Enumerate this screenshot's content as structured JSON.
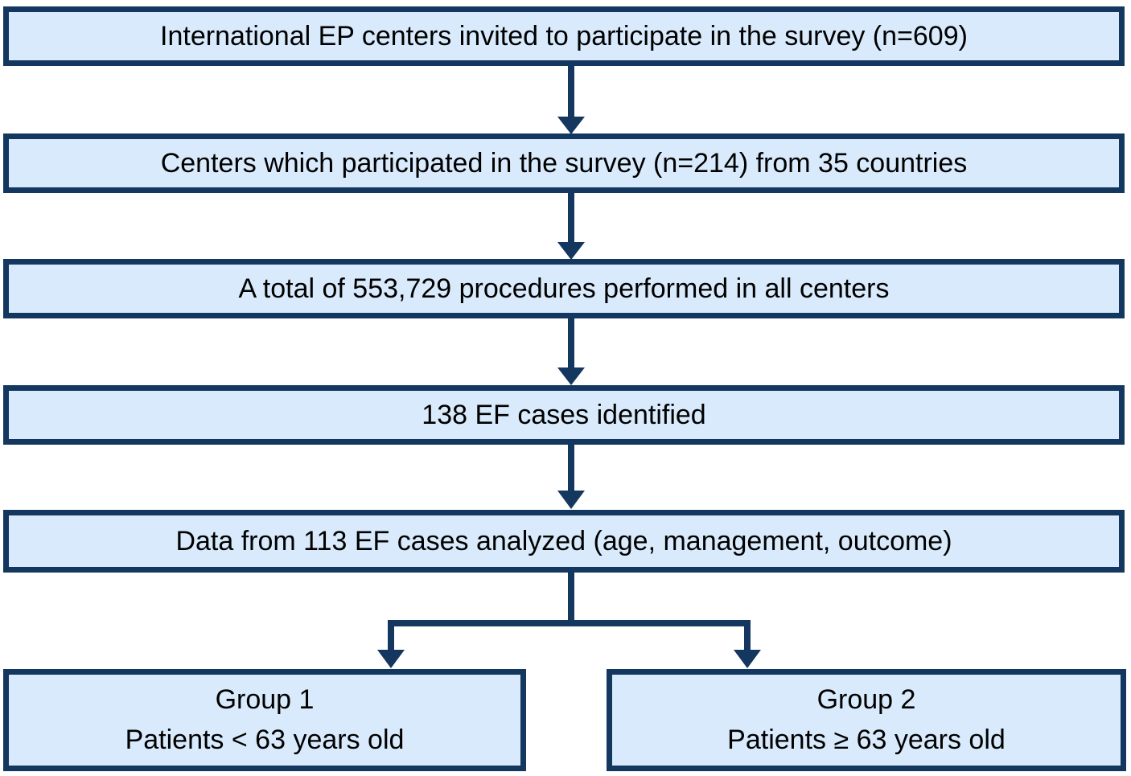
{
  "title": "EF survey patient flow diagram",
  "colors": {
    "box_fill": "#D8EAFB",
    "box_border": "#14375F",
    "arrow": "#14375F",
    "text": "#000000",
    "background": "#FFFFFF"
  },
  "flow": {
    "steps": [
      {
        "label": "International EP centers invited to participate in the survey (n=609)"
      },
      {
        "label": "Centers which participated in the survey (n=214) from 35 countries"
      },
      {
        "label": "A total of 553,729 procedures performed in all centers"
      },
      {
        "label": "138 EF cases identified"
      },
      {
        "label": "Data from 113 EF cases analyzed (age, management, outcome)"
      }
    ],
    "groups": [
      {
        "title": "Group 1",
        "subtitle": "Patients < 63 years old"
      },
      {
        "title": "Group 2",
        "subtitle": "Patients ≥ 63 years old"
      }
    ]
  }
}
